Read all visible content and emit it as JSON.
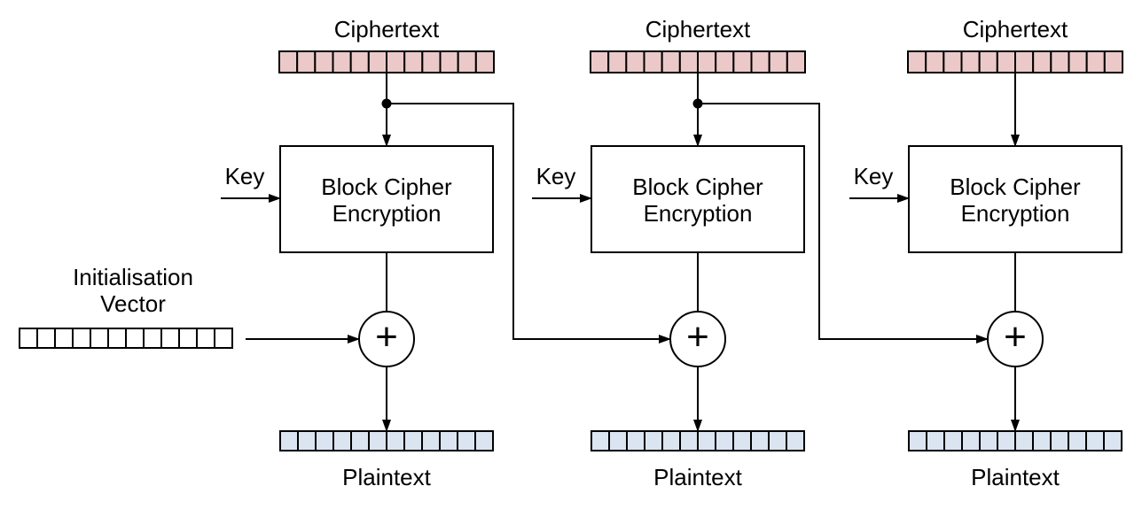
{
  "colors": {
    "ciphertext_fill": "#ecc9c9",
    "plaintext_fill": "#dbe5f1",
    "iv_fill": "#ffffff",
    "stroke": "#000000",
    "background": "#ffffff"
  },
  "xor_symbol": "+",
  "iv": {
    "label_line1": "Initialisation",
    "label_line2": "Vector",
    "cells": 12
  },
  "columns": [
    {
      "ciphertext_label": "Ciphertext",
      "key_label": "Key",
      "block_label_line1": "Block Cipher",
      "block_label_line2": "Encryption",
      "plaintext_label": "Plaintext",
      "ciphertext_cells": 12,
      "plaintext_cells": 12
    },
    {
      "ciphertext_label": "Ciphertext",
      "key_label": "Key",
      "block_label_line1": "Block Cipher",
      "block_label_line2": "Encryption",
      "plaintext_label": "Plaintext",
      "ciphertext_cells": 12,
      "plaintext_cells": 12
    },
    {
      "ciphertext_label": "Ciphertext",
      "key_label": "Key",
      "block_label_line1": "Block Cipher",
      "block_label_line2": "Encryption",
      "plaintext_label": "Plaintext",
      "ciphertext_cells": 12,
      "plaintext_cells": 12
    }
  ]
}
